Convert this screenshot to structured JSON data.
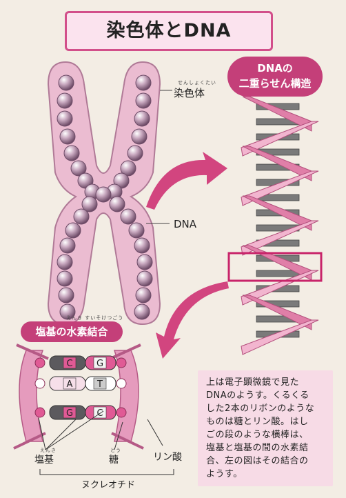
{
  "title": "染色体とDNA",
  "labels": {
    "chromosome": "染色体",
    "chromosome_ruby": "せんしょくたい",
    "dna": "DNA",
    "double_helix_line1": "DNAの",
    "double_helix_line2": "二重らせん構造",
    "hydrogen_bond": "塩基の水素結合",
    "hydrogen_bond_ruby": "えんき すいそけつごう",
    "base": "塩基",
    "base_ruby": "えんき",
    "sugar": "糖",
    "sugar_ruby": "とう",
    "phosphate": "リン酸",
    "nucleotide": "ヌクレオチド"
  },
  "base_pairs": [
    {
      "left": "C",
      "right": "G"
    },
    {
      "left": "A",
      "right": "T"
    },
    {
      "left": "G",
      "right": "C"
    }
  ],
  "note": "上は電子顕微鏡で見た\nDNAのようす。くるくる\nした2本のリボンのような\nものは糖とリン酸。はし\nごの段のような横棒は、\n塩基と塩基の間の水素結\n合、左の図はその結合の\nようす。",
  "colors": {
    "accent": "#c43f79",
    "chromosome": "#e8b4cc",
    "ribbon": "#d8769f",
    "rung": "#7a7a7a"
  }
}
